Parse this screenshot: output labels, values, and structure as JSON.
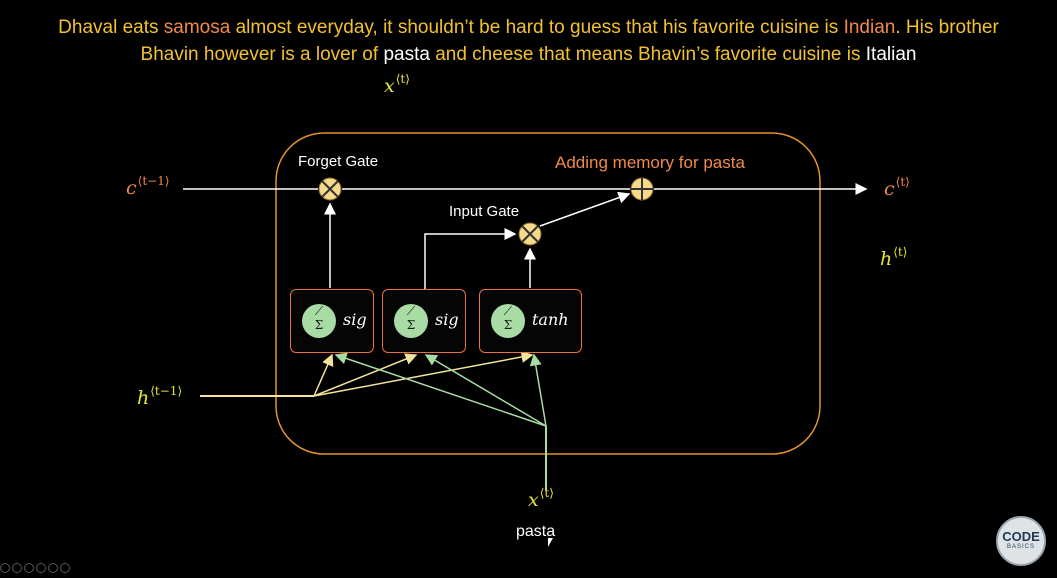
{
  "caption": {
    "line1_a": "Dhaval eats ",
    "line1_b": "samosa",
    "line1_c": " almost everyday, it shouldn’t be hard to guess that his favorite cuisine is ",
    "line1_d": "Indian",
    "line1_e": ". His brother",
    "line2_a": "Bhavin however is a lover of ",
    "line2_b": "pasta",
    "line2_c": " and cheese that means Bhavin’s favorite cuisine is ",
    "line2_d": "Italian"
  },
  "symbols": {
    "x": "x",
    "c": "c",
    "h": "h",
    "t_sup": "⟨t⟩",
    "tm1_sup": "⟨t−1⟩"
  },
  "labels": {
    "forget_gate": "Forget Gate",
    "input_gate": "Input Gate",
    "adding_memory": "Adding memory for pasta",
    "input_word": "pasta"
  },
  "gates": [
    {
      "fn": "sig"
    },
    {
      "fn": "sig"
    },
    {
      "fn": "tanh"
    }
  ],
  "neuron_symbol": "Σ",
  "logo": {
    "line1": "CODE",
    "line2": "BASICS"
  },
  "colors": {
    "yellow": "#e8e43a",
    "orange": "#f08a4b",
    "box_border": "#e8743b",
    "op_fill": "#f6d98a",
    "green_line": "#a9dca5",
    "yellow_line": "#f4e39a"
  }
}
